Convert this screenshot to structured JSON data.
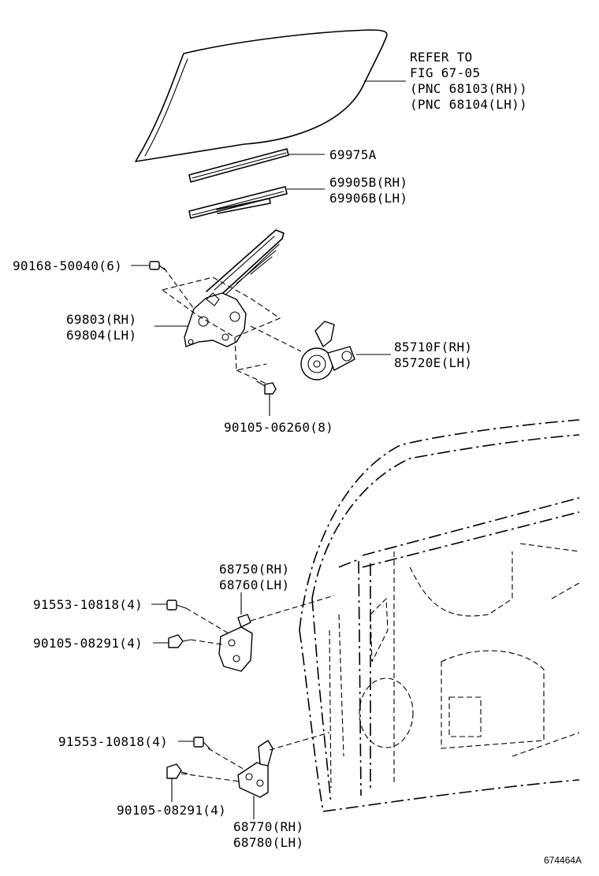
{
  "diagram": {
    "figure_id": "674464A",
    "refer": {
      "line1": "REFER TO",
      "line2": "FIG 67-05",
      "line3": "(PNC 68103(RH))",
      "line4": "(PNC 68104(LH))"
    },
    "labels": {
      "weatherstrip": "69975A",
      "channel_rh": "69905B(RH)",
      "channel_lh": "69906B(LH)",
      "bolt_top": "90168-50040(6)",
      "regulator_rh": "69803(RH)",
      "regulator_lh": "69804(LH)",
      "motor_rh": "85710F(RH)",
      "motor_lh": "85720E(LH)",
      "bolt_mid": "90105-06260(8)",
      "upper_hinge_rh": "68750(RH)",
      "upper_hinge_lh": "68760(LH)",
      "bolt_a": "91553-10818(4)",
      "bolt_b": "90105-08291(4)",
      "bolt_c": "91553-10818(4)",
      "bolt_d": "90105-08291(4)",
      "lower_hinge_rh": "68770(RH)",
      "lower_hinge_lh": "68780(LH)"
    }
  }
}
